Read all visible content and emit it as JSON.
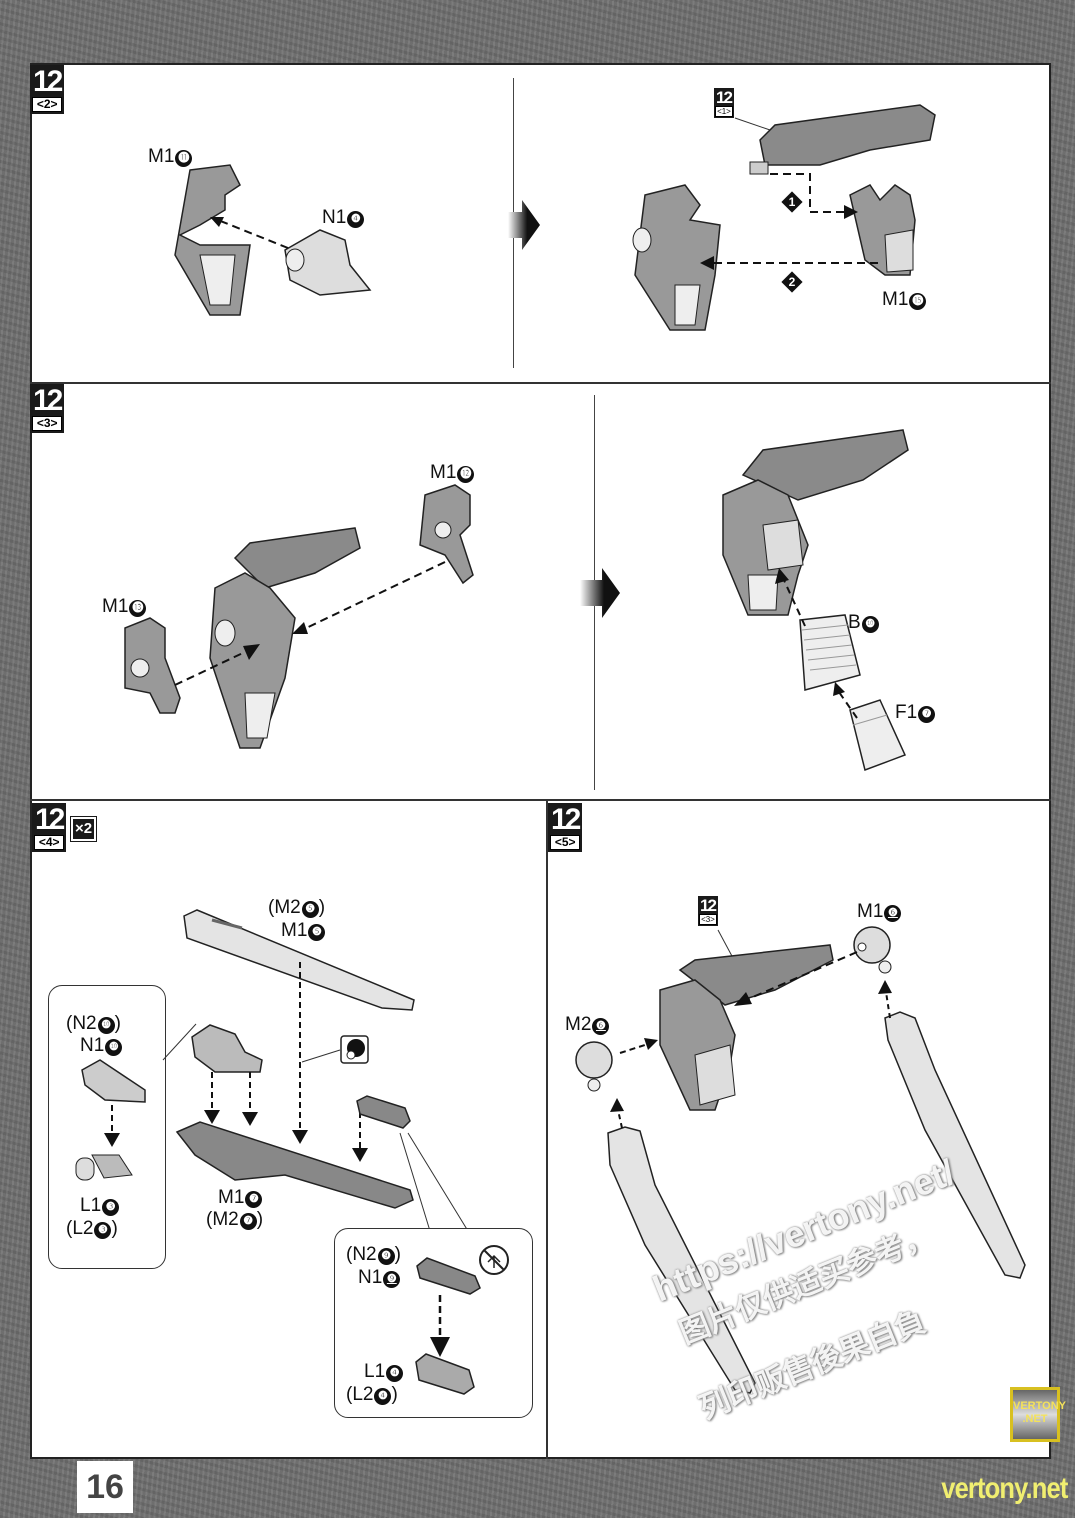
{
  "page": {
    "page_number": "16",
    "site_footer": "vertony.net",
    "site_badge": [
      "VERTONY",
      ".NET"
    ],
    "watermark": [
      "https://vertony.net/",
      "图片仅供适买参考，",
      "列印贩售後果自負"
    ]
  },
  "panels": {
    "p2": {
      "step": "12",
      "sub": "<2>",
      "labels": {
        "m1_11": [
          "M1",
          "⓫"
        ],
        "n1_4": [
          "N1",
          "❹"
        ]
      }
    },
    "p2b": {
      "ref_step": "12",
      "ref_sub": "<1>",
      "markers": [
        "1",
        "2"
      ],
      "labels": {
        "m1_15": [
          "M1",
          "⓯"
        ]
      }
    },
    "p3": {
      "step": "12",
      "sub": "<3>",
      "labels": {
        "m1_12": [
          "M1",
          "⓬"
        ],
        "m1_13": [
          "M1",
          "⓭"
        ]
      }
    },
    "p3b": {
      "labels": {
        "b10": [
          "B",
          "❿"
        ],
        "f1_7": [
          "F1",
          "❼"
        ]
      }
    },
    "p4": {
      "step": "12",
      "sub": "<4>",
      "multiplier": "×2",
      "labels": {
        "m2_5": [
          "(M2",
          "❺",
          ")"
        ],
        "m1_5": [
          "M1",
          "❺"
        ],
        "n2_10": [
          "(N2",
          "❿",
          ")"
        ],
        "n1_10": [
          "N1",
          "❿"
        ],
        "l1_3": [
          "L1",
          "❸"
        ],
        "l2_3": [
          "(L2",
          "❸",
          ")"
        ],
        "m1_7": [
          "M1",
          "❼"
        ],
        "m2_7": [
          "(M2",
          "❼",
          ")"
        ],
        "n2_9": [
          "(N2",
          "❾",
          ")"
        ],
        "n1_9": [
          "N1",
          "❾"
        ],
        "l1_4": [
          "L1",
          "❹"
        ],
        "l2_4": [
          "(L2",
          "❹",
          ")"
        ]
      }
    },
    "p5": {
      "step": "12",
      "sub": "<5>",
      "ref_step": "12",
      "ref_sub": "<3>",
      "labels": {
        "m1_6": [
          "M1",
          "❻"
        ],
        "m2_6": [
          "M2",
          "❻"
        ]
      }
    }
  },
  "colors": {
    "footer_text": "#f0ee70",
    "badge_border": "#d8c020",
    "ink": "#111111",
    "part_gray": "#8a8a8a"
  }
}
